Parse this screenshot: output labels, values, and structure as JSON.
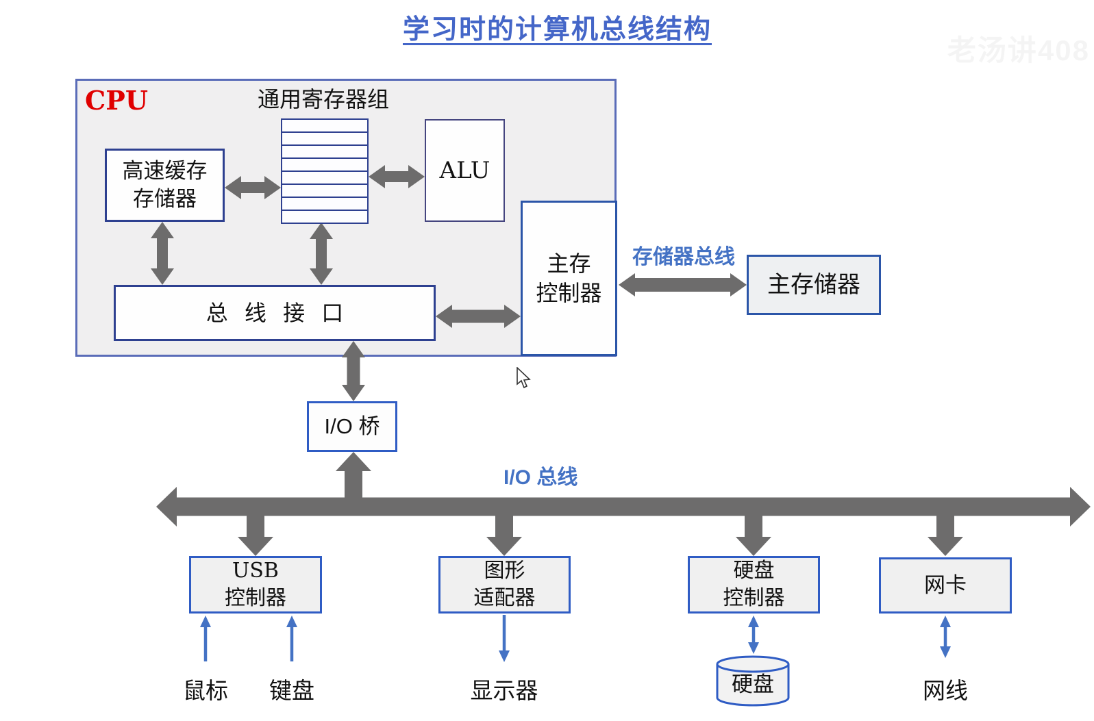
{
  "title": "学习时的计算机总线结构",
  "watermark": "老汤讲408",
  "cpu": {
    "label": "CPU",
    "register_file": {
      "title": "通用寄存器组",
      "rows": 8
    },
    "cache": {
      "line1": "高速缓存",
      "line2": "存储器"
    },
    "alu": "ALU",
    "bus_interface": "总 线 接 口",
    "memory_controller": {
      "line1": "主存",
      "line2": "控制器"
    }
  },
  "buses": {
    "memory_bus": "存储器总线",
    "io_bus": "I/O 总线"
  },
  "main_memory": "主存储器",
  "io_bridge": "I/O 桥",
  "io_devices": {
    "usb_controller": {
      "line1": "USB",
      "line2": "控制器"
    },
    "graphics_adapter": {
      "line1": "图形",
      "line2": "适配器"
    },
    "disk_controller": {
      "line1": "硬盘",
      "line2": "控制器"
    },
    "network_card": "网卡"
  },
  "peripherals": {
    "mouse": "鼠标",
    "keyboard": "键盘",
    "display": "显示器",
    "hard_disk": "硬盘",
    "network_cable": "网线"
  },
  "colors": {
    "title_blue": "#4466c8",
    "bus_label_blue": "#4472c4",
    "arrow_gray": "#6d6c6c",
    "arrow_blue": "#4472c4",
    "cpu_label_red": "#e00000",
    "dark_box_border": "#2e4090",
    "bright_box_border": "#2f5cc4",
    "cpu_fill": "#f0eff0",
    "device_fill": "#f0f0f0"
  }
}
